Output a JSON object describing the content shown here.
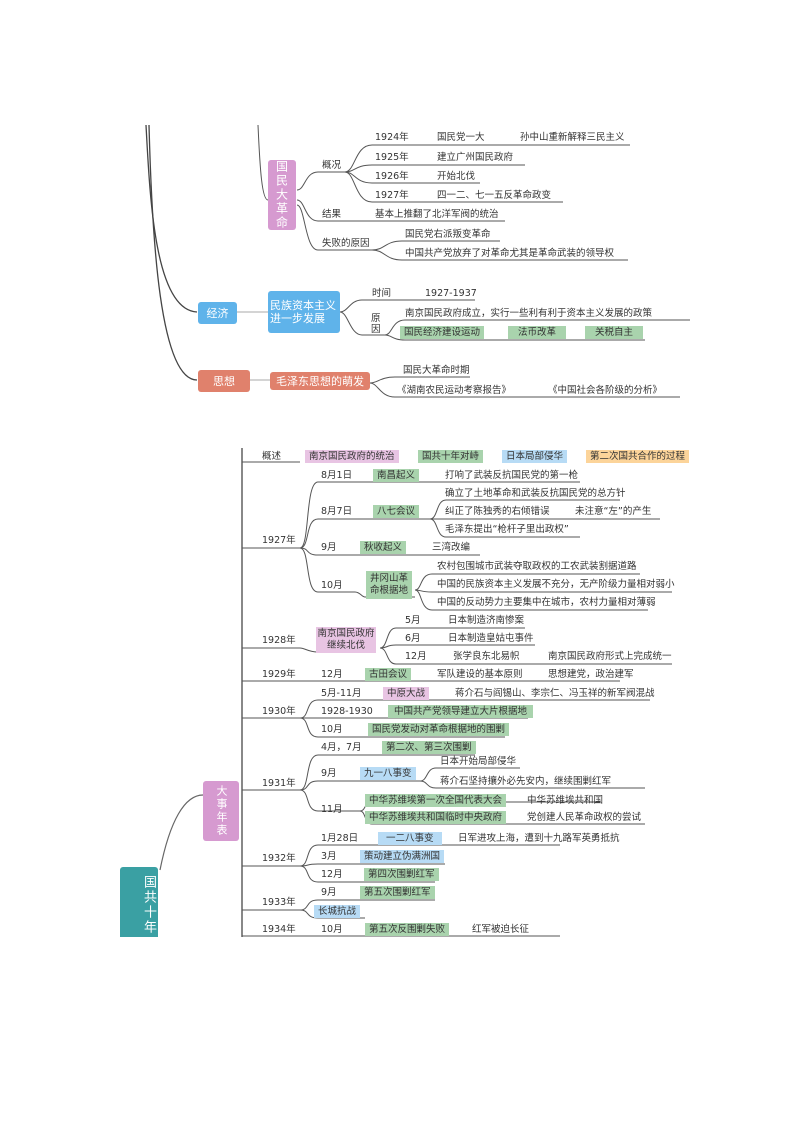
{
  "colors": {
    "pink_node": "#d69ad0",
    "blue_node": "#5fb3ea",
    "salmon_node": "#e0816c",
    "teal_node": "#3aa0a3",
    "green_tag": "#a9d3ad",
    "pink_tag": "#e8c4e3",
    "blue_tag": "#b7dbf5",
    "orange_tag": "#fcd49a"
  },
  "upper": {
    "revolution": {
      "label": "国民大革命",
      "overview": {
        "label": "概况",
        "rows": [
          {
            "year": "1924年",
            "event": "国民党一大",
            "note": "孙中山重新解释三民主义"
          },
          {
            "year": "1925年",
            "event": "建立广州国民政府"
          },
          {
            "year": "1926年",
            "event": "开始北伐"
          },
          {
            "year": "1927年",
            "event": "四一二、七一五反革命政变"
          }
        ]
      },
      "result": {
        "label": "结果",
        "text": "基本上推翻了北洋军阀的统治"
      },
      "failure": {
        "label": "失败的原因",
        "items": [
          "国民党右派叛变革命",
          "中国共产党放弃了对革命尤其是革命武装的领导权"
        ]
      }
    },
    "economy": {
      "label": "经济",
      "topic": "民族资本主义进一步发展",
      "time_label": "时间",
      "time_value": "1927-1937",
      "reason_label": "原因",
      "reason_text": "南京国民政府成立，实行一些利有利于资本主义发展的政策",
      "tags": [
        "国民经济建设运动",
        "法币改革",
        "关税自主"
      ]
    },
    "thought": {
      "label": "思想",
      "topic": "毛泽东思想的萌发",
      "period": "国民大革命时期",
      "works": [
        "《湖南农民运动考察报告》",
        "《中国社会各阶级的分析》"
      ]
    }
  },
  "lower": {
    "root": "国共十年",
    "chronicle": "大事年表",
    "overview": {
      "label": "概述",
      "tags": [
        "南京国民政府的统治",
        "国共十年对峙",
        "日本局部侵华",
        "第二次国共合作的过程"
      ]
    },
    "y1927": {
      "year": "1927年",
      "e1": {
        "date": "8月1日",
        "tag": "南昌起义",
        "text": "打响了武装反抗国民党的第一枪"
      },
      "e2": {
        "date": "8月7日",
        "tag": "八七会议",
        "items": [
          "确立了土地革命和武装反抗国民党的总方针",
          "纠正了陈独秀的右倾错误",
          "毛泽东提出“枪杆子里出政权”"
        ],
        "note": "未注意“左”的产生"
      },
      "e3": {
        "date": "9月",
        "tag": "秋收起义",
        "text": "三湾改编"
      },
      "e4": {
        "date": "10月",
        "tag": "井冈山革命根据地",
        "items": [
          "农村包围城市武装夺取政权的工农武装割据道路",
          "中国的民族资本主义发展不充分，无产阶级力量相对弱小",
          "中国的反动势力主要集中在城市，农村力量相对薄弱"
        ]
      }
    },
    "y1928": {
      "year": "1928年",
      "tag": "南京国民政府继续北伐",
      "rows": [
        {
          "date": "5月",
          "text": "日本制造济南惨案"
        },
        {
          "date": "6月",
          "text": "日本制造皇姑屯事件"
        },
        {
          "date": "12月",
          "text": "张学良东北易帜",
          "note": "南京国民政府形式上完成统一"
        }
      ]
    },
    "y1929": {
      "year": "1929年",
      "date": "12月",
      "tag": "古田会议",
      "text": "军队建设的基本原则",
      "note": "思想建党，政治建军"
    },
    "y1930": {
      "year": "1930年",
      "r1": {
        "date": "5月-11月",
        "tag": "中原大战",
        "text": "蒋介石与阎锡山、李宗仁、冯玉祥的新军阀混战"
      },
      "r2": {
        "date": "1928-1930",
        "tag": "中国共产党领导建立大片根据地"
      },
      "r3": {
        "date": "10月",
        "tag": "国民党发动对革命根据地的围剿"
      }
    },
    "y1931": {
      "year": "1931年",
      "r1": {
        "date": "4月，7月",
        "tag": "第二次、第三次围剿"
      },
      "r2": {
        "date": "9月",
        "tag": "九一八事变",
        "items": [
          "日本开始局部侵华",
          "蒋介石坚持攘外必先安内，继续围剿红军"
        ]
      },
      "r3": {
        "date": "11月",
        "tags": [
          "中华苏维埃第一次全国代表大会",
          "中华苏维埃共和国临时中央政府"
        ],
        "notes": [
          "中华苏维埃共和国",
          "党创建人民革命政权的尝试"
        ]
      }
    },
    "y1932": {
      "year": "1932年",
      "r1": {
        "date": "1月28日",
        "tag": "一二八事变",
        "text": "日军进攻上海，遭到十九路军英勇抵抗"
      },
      "r2": {
        "date": "3月",
        "tag": "策动建立伪满洲国"
      },
      "r3": {
        "date": "12月",
        "tag": "第四次围剿红军"
      }
    },
    "y1933": {
      "year": "1933年",
      "r1": {
        "date": "9月",
        "tag": "第五次围剿红军"
      },
      "r2": {
        "tag": "长城抗战"
      }
    },
    "y1934": {
      "year": "1934年",
      "date": "10月",
      "tag": "第五次反围剿失败",
      "text": "红军被迫长征"
    }
  }
}
